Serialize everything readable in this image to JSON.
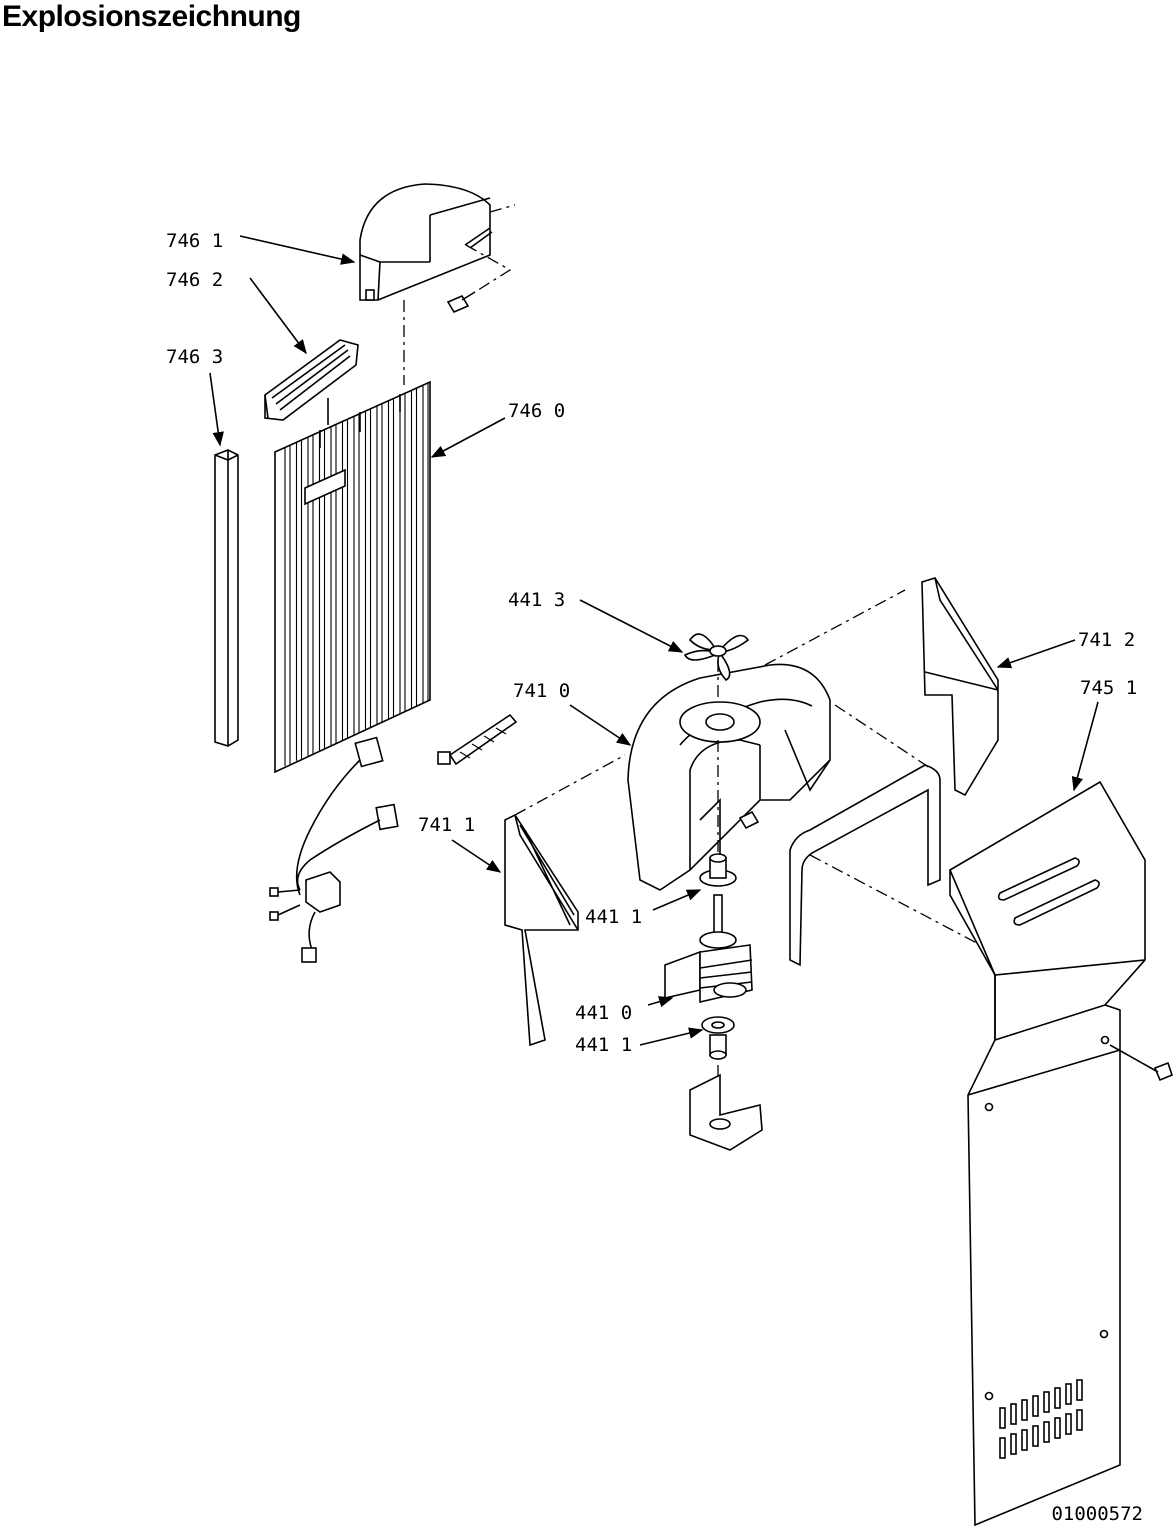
{
  "title": "Explosionszeichnung",
  "document_number": "01000572",
  "part_labels": {
    "p7461": "746 1",
    "p7462": "746 2",
    "p7463": "746 3",
    "p7460": "746 0",
    "p4413": "441 3",
    "p7410": "741 0",
    "p7412": "741 2",
    "p7451": "745 1",
    "p7411": "741 1",
    "p4411a": "441 1",
    "p4410": "441 0",
    "p4411b": "441 1"
  }
}
